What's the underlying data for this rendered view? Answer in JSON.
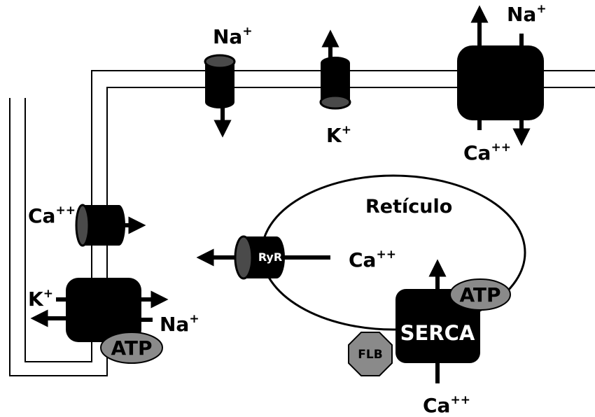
{
  "ions": {
    "na_top_channel": {
      "base": "Na",
      "charge": "+"
    },
    "k_top_channel": {
      "base": "K",
      "charge": "+"
    },
    "na_exchanger": {
      "base": "Na",
      "charge": "+"
    },
    "ca_exchanger": {
      "base": "Ca",
      "charge": "++"
    },
    "ca_left_channel": {
      "base": "Ca",
      "charge": "++"
    },
    "k_pump": {
      "base": "K",
      "charge": "+"
    },
    "na_pump": {
      "base": "Na",
      "charge": "+"
    },
    "ca_ryr": {
      "base": "Ca",
      "charge": "++"
    },
    "ca_serca": {
      "base": "Ca",
      "charge": "++"
    }
  },
  "reticulum_label": "Retículo",
  "ryr_label": "RyR",
  "serca_label": "SERCA",
  "flb_label": "FLB",
  "atp_pump_label": "ATP",
  "atp_serca_label": "ATP",
  "colors": {
    "protein": "#000000",
    "channel_cap": "#4a4a4a",
    "atp": "#8a8a8a",
    "membrane": "#000000"
  }
}
